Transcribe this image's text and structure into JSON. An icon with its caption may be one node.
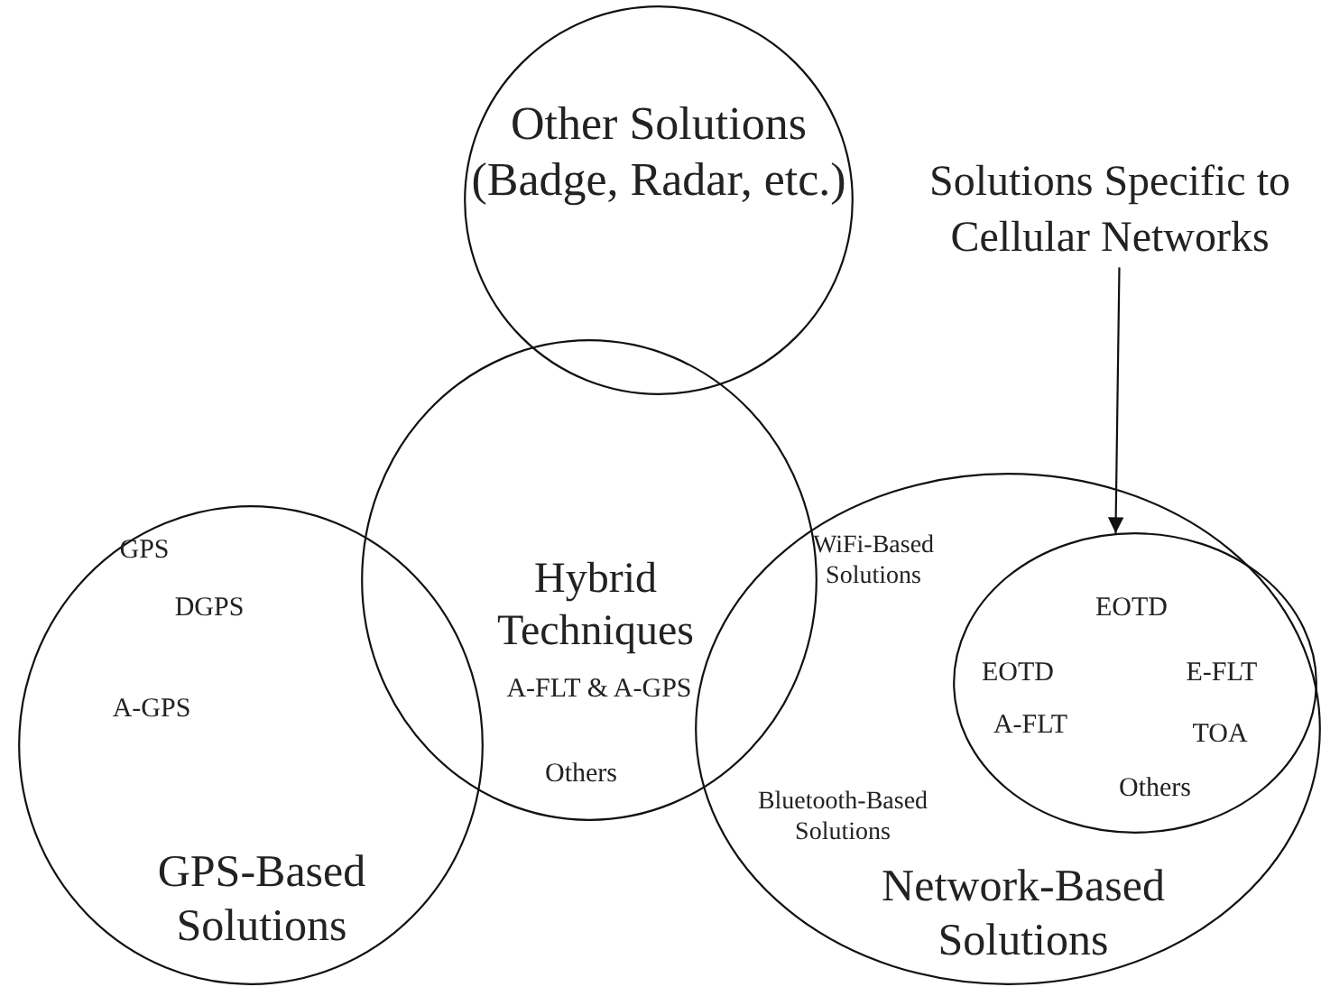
{
  "diagram": {
    "nodes": [
      {
        "text": [
          "Other Solutions (Badge, Radar, etc.)"
        ]
      },
      {
        "text": [
          "Solutions Specific to Cellular Networks"
        ]
      },
      {
        "text": [
          "Hybrid Techniques",
          "A-FLT & A-GPS",
          "Others"
        ]
      },
      {
        "text": [
          "GPS",
          "DGPS",
          "A-GPS",
          "GPS-Based Solutions"
        ]
      },
      {
        "text": [
          "WiFi-Based Solutions",
          "Bluetooth-Based Solutions",
          "Network-Based Solutions"
        ]
      },
      {
        "text": [
          "EOTD",
          "EOTD",
          "E-FLT",
          "A-FLT",
          "TOA",
          "Others"
        ],
        "in": 4
      }
    ],
    "edges": [
      {
        "from": 1,
        "to": 5,
        "arrow": "to"
      }
    ]
  }
}
